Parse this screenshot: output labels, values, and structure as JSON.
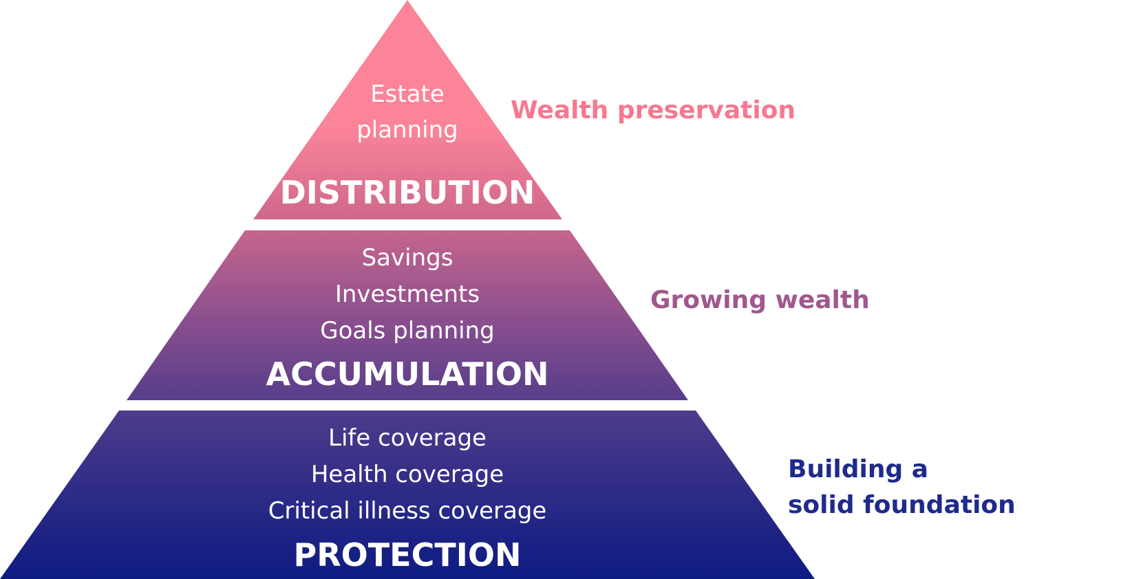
{
  "tiers": [
    {
      "name": "DISTRIBUTION",
      "items": [
        "Estate",
        "planning"
      ],
      "side_label": [
        "Wealth preservation"
      ],
      "side_color": "#f7788f"
    },
    {
      "name": "ACCUMULATION",
      "items": [
        "Savings",
        "Investments",
        "Goals planning"
      ],
      "side_label": [
        "Growing wealth"
      ],
      "side_color": "#a0578e"
    },
    {
      "name": "PROTECTION",
      "items": [
        "Life coverage",
        "Health coverage",
        "Critical illness coverage"
      ],
      "side_label": [
        "Building a",
        "solid foundation"
      ],
      "side_color": "#1e2b8a"
    }
  ],
  "colors": {
    "top": "#fb8499",
    "upper_mid": "#d46b8c",
    "mid": "#8c4f8e",
    "lower_mid": "#4b3a8a",
    "bottom": "#0d1b82"
  }
}
